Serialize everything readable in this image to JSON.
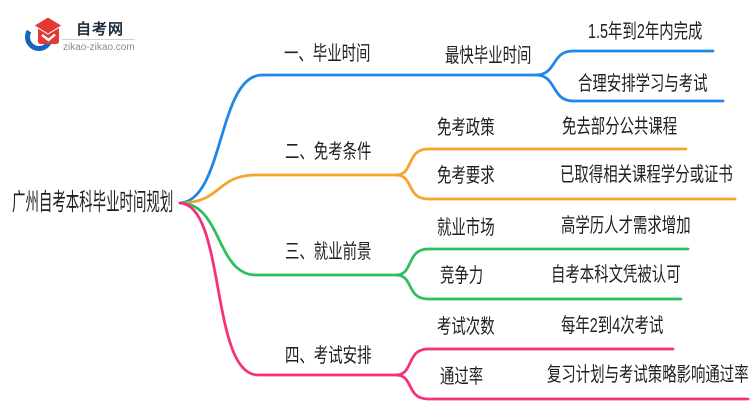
{
  "logo": {
    "title": "自考网",
    "domain": "zikao-zikao.com",
    "title_color": "#1e2c3e",
    "domain_color": "#8a8a8a",
    "swoosh_color": "#1565c0",
    "cap_color": "#e53935"
  },
  "mindmap": {
    "text_color": "#1f1f1f",
    "root": {
      "label": "广州自考本科毕业时间规划"
    },
    "branches": [
      {
        "label": "一、毕业时间",
        "color": "#1f87e8",
        "subnode": "最快毕业时间",
        "rows": [
          {
            "leaf": "1.5年到2年内完成"
          },
          {
            "leaf": "合理安排学习与考试"
          }
        ]
      },
      {
        "label": "二、免考条件",
        "color": "#f5a52b",
        "rows": [
          {
            "label": "免考政策",
            "leaf": "免去部分公共课程"
          },
          {
            "label": "免考要求",
            "leaf": "已取得相关课程学分或证书"
          }
        ]
      },
      {
        "label": "三、就业前景",
        "color": "#2fbf5f",
        "rows": [
          {
            "label": "就业市场",
            "leaf": "高学历人才需求增加"
          },
          {
            "label": "竞争力",
            "leaf": "自考本科文凭被认可"
          }
        ]
      },
      {
        "label": "四、考试安排",
        "color": "#f5317f",
        "rows": [
          {
            "label": "考试次数",
            "leaf": "每年2到4次考试"
          },
          {
            "label": "通过率",
            "leaf": "复习计划与考试策略影响通过率"
          }
        ]
      }
    ]
  }
}
